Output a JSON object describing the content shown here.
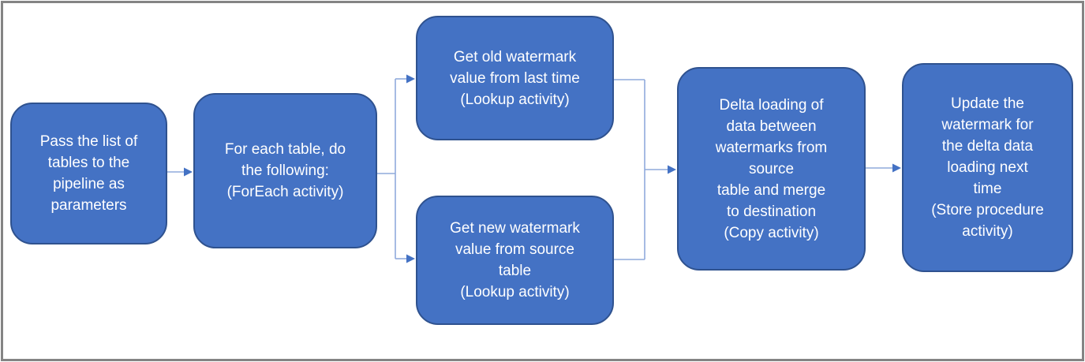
{
  "diagram": {
    "nodes": [
      {
        "id": "pass-list",
        "text": "Pass the list of\ntables to the\npipeline as\nparameters"
      },
      {
        "id": "foreach",
        "text": "For each table, do\nthe following:\n(ForEach activity)"
      },
      {
        "id": "get-old-watermark",
        "text": "Get old watermark\nvalue from last time\n(Lookup activity)"
      },
      {
        "id": "get-new-watermark",
        "text": "Get new watermark\nvalue from source\ntable\n(Lookup activity)"
      },
      {
        "id": "delta-loading",
        "text": "Delta loading of\ndata between\nwatermarks from\nsource\ntable and merge\nto destination\n(Copy activity)"
      },
      {
        "id": "update-watermark",
        "text": "Update the\nwatermark for\nthe delta data\nloading next\ntime\n(Store procedure\nactivity)"
      }
    ]
  },
  "colors": {
    "node_fill": "#4472C4",
    "node_border": "#2F528F",
    "node_text": "#FFFFFF",
    "connector_line": "#8FAADC",
    "connector_arrow": "#4472C4",
    "frame_border": "#848484"
  }
}
